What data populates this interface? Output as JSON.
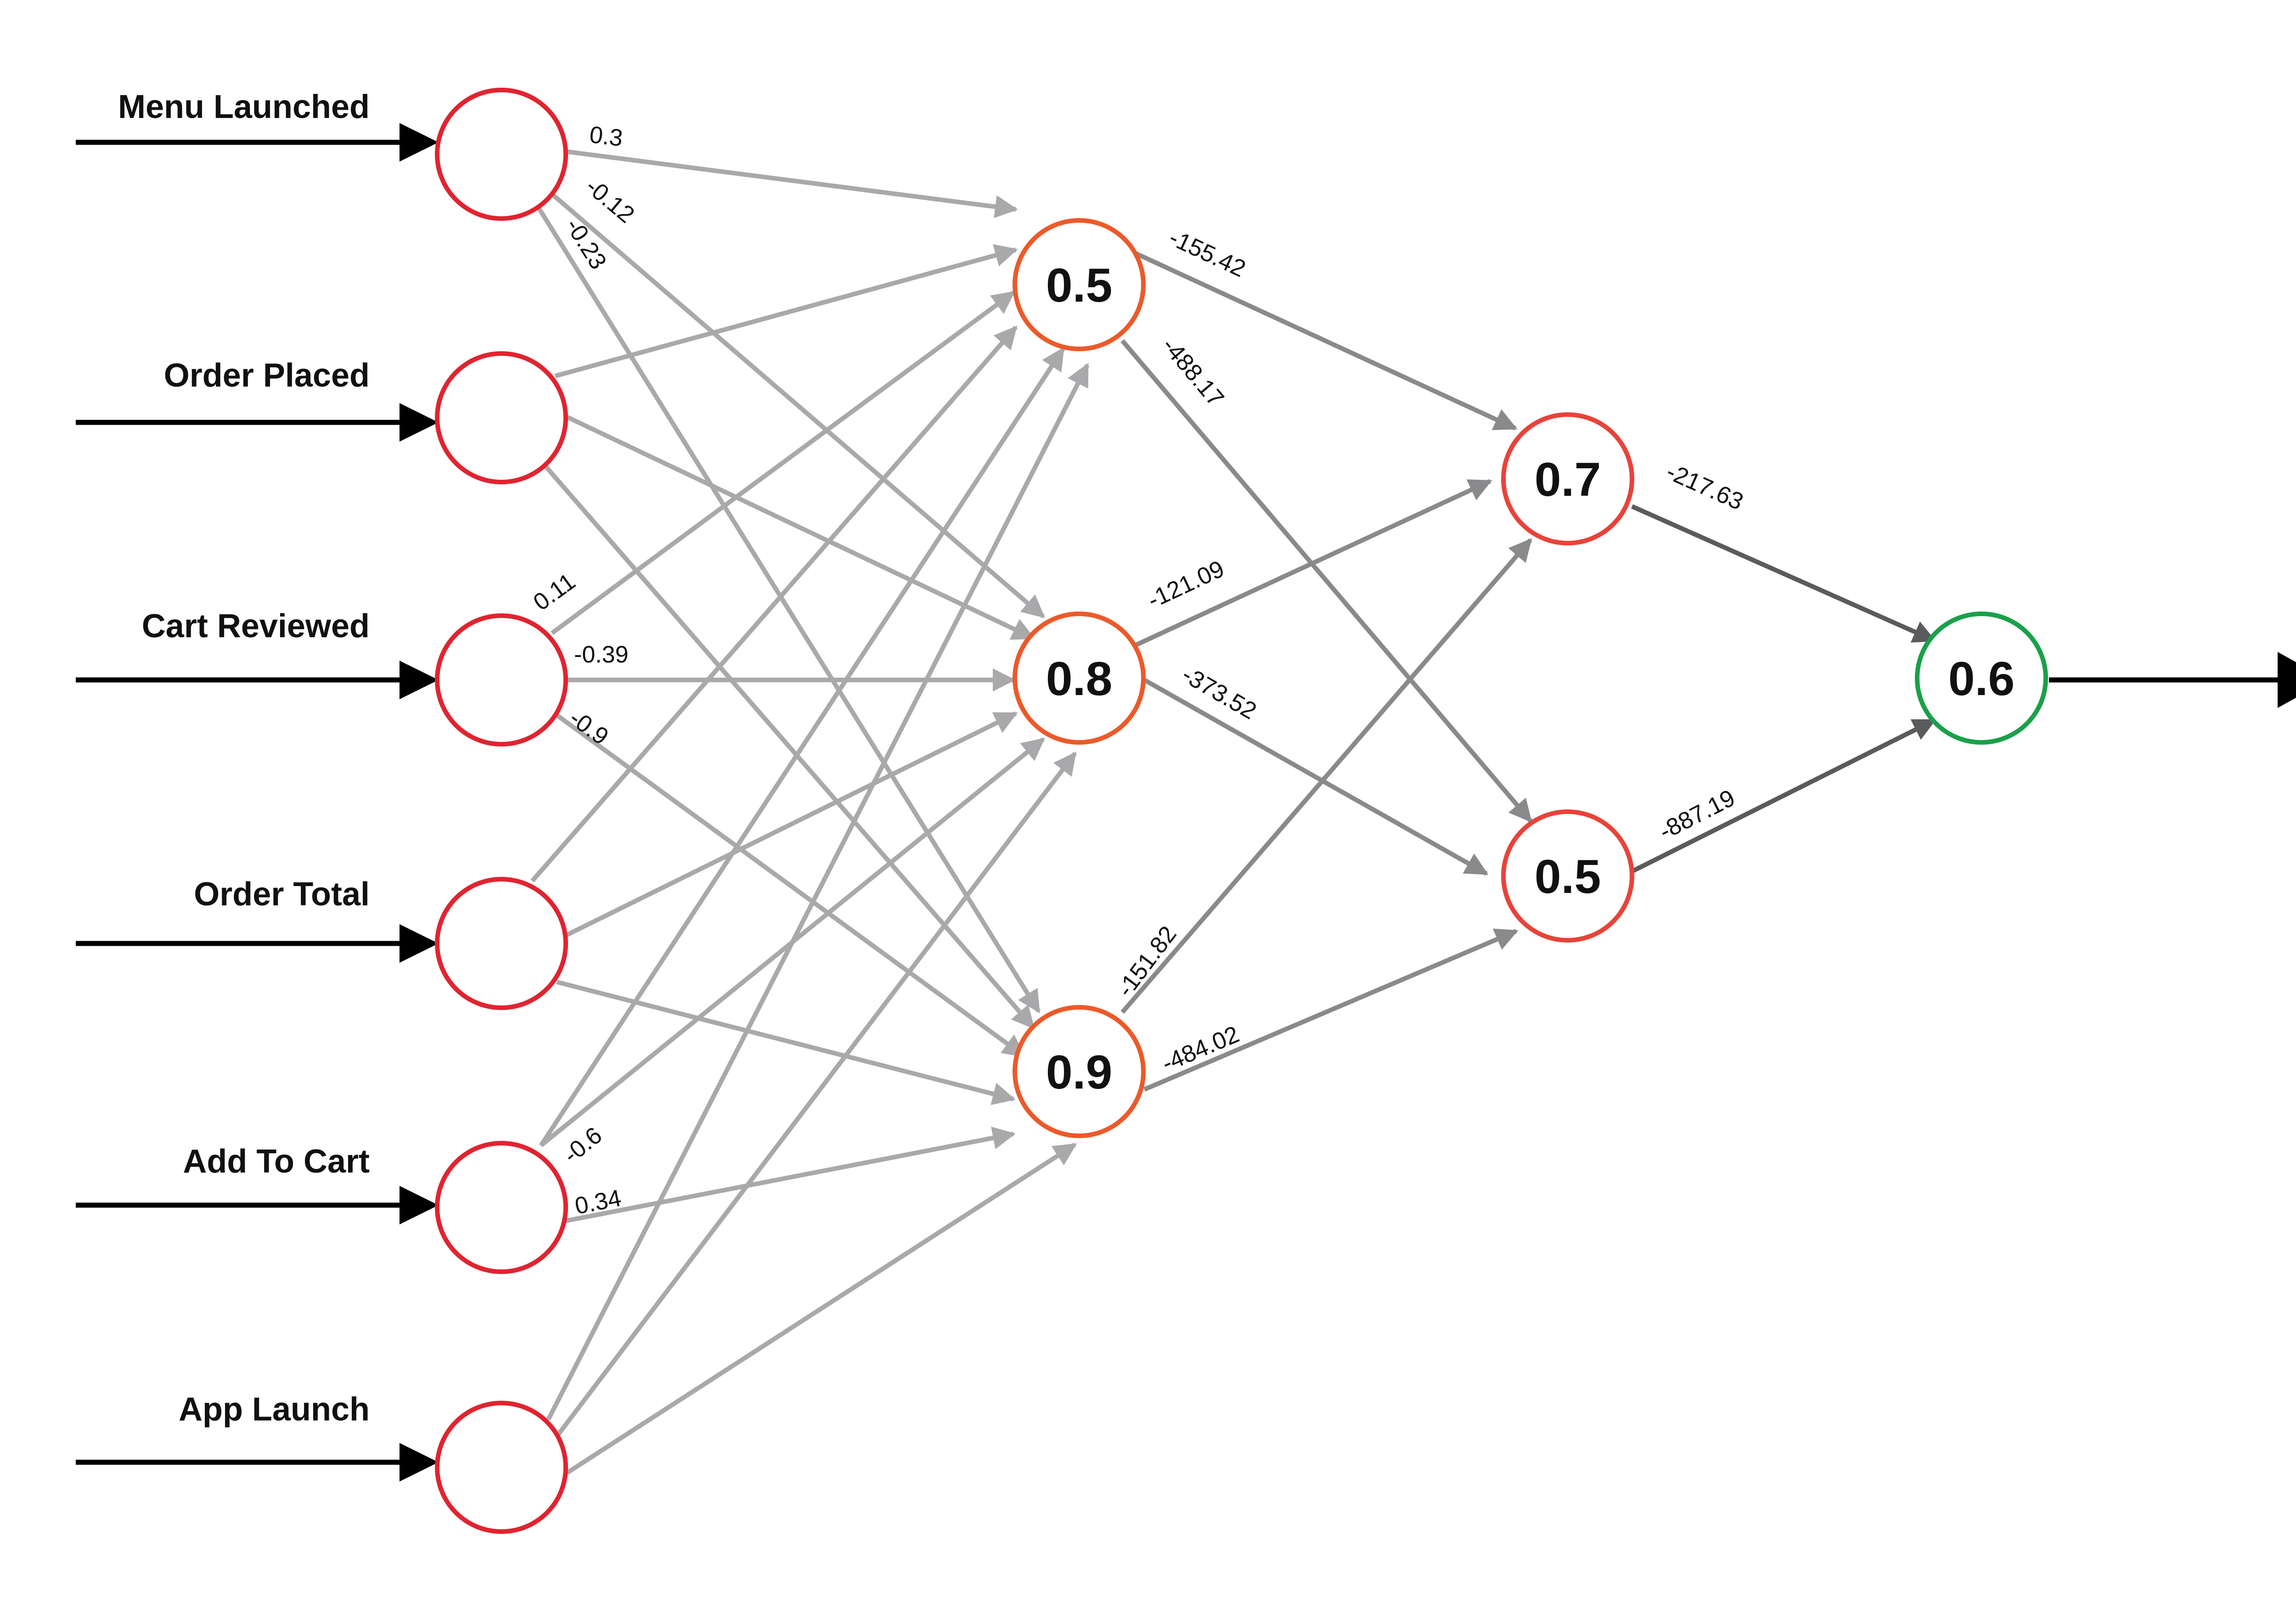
{
  "colors": {
    "input_node": "#e02430",
    "hidden_node": "#ec5a2a",
    "hidden2_node": "#e8433a",
    "output_node": "#1aa04a",
    "edge_light": "#a9a9ab",
    "edge_mid": "#8a8a8c",
    "edge_dark": "#5b5b5d",
    "arrow": "#000000"
  },
  "inputs": [
    {
      "label": "Menu Launched"
    },
    {
      "label": "Order Placed"
    },
    {
      "label": "Cart Reviewed"
    },
    {
      "label": "Order Total"
    },
    {
      "label": "Add To Cart"
    },
    {
      "label": "App Launch"
    }
  ],
  "hidden1": [
    {
      "value": "0.5"
    },
    {
      "value": "0.8"
    },
    {
      "value": "0.9"
    }
  ],
  "hidden2": [
    {
      "value": "0.7"
    },
    {
      "value": "0.5"
    }
  ],
  "output": {
    "value": "0.6"
  },
  "weights": {
    "menu_h1": "0.3",
    "menu_h2": "-0.12",
    "menu_h3": "-0.23",
    "cart_h1": "0.11",
    "cart_h2": "-0.39",
    "cart_h3": "-0.9",
    "add_h1": "-0.6",
    "add_h3": "0.34",
    "h1_a": "-155.42",
    "h1_b": "-488.17",
    "h2_a": "-121.09",
    "h2_b": "-373.52",
    "h3_a": "-151.82",
    "h3_b": "-484.02",
    "a_out": "-217.63",
    "b_out": "-887.19"
  }
}
